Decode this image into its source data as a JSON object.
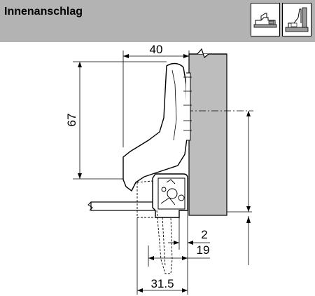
{
  "header": {
    "title": "Innenanschlag",
    "background": "#b3b3b3"
  },
  "icons": {
    "overlay": "hinge-overlay-icon",
    "inset": "hinge-inset-icon"
  },
  "dimensions": {
    "width_top": "40",
    "height_left": "67",
    "gap_small": "2",
    "offset_right": "19",
    "bottom_width": "31.5"
  },
  "colors": {
    "panel": "#bdbdbd",
    "icon_fill": "#9a9a9a",
    "line": "#000000"
  }
}
